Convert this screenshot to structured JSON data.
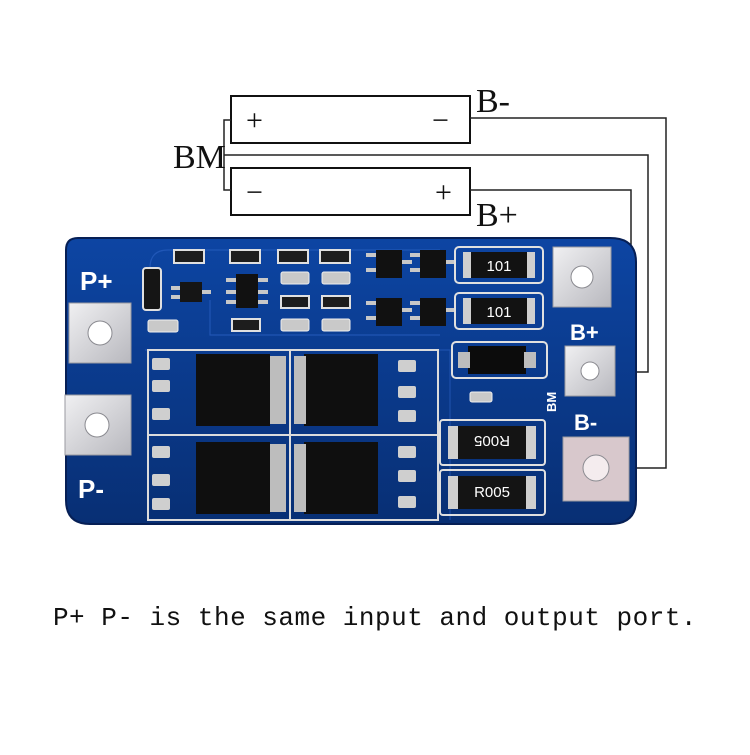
{
  "battery_top": {
    "plus": "+",
    "minus": "−"
  },
  "battery_bottom": {
    "minus": "−",
    "plus": "+"
  },
  "wire_labels": {
    "b_minus": "B-",
    "b_plus": "B+",
    "bm": "BM"
  },
  "board": {
    "p_plus": "P+",
    "p_minus": "P-",
    "b_plus": "B+",
    "b_minus": "B-",
    "bm": "BM",
    "resistor_top_1": "101",
    "resistor_top_2": "101",
    "shunt_1": "R005",
    "shunt_2": "R005"
  },
  "caption": "P+ P- is the same input and output port.",
  "colors": {
    "pcb_blue": "#0a3a8c",
    "pad_silver": "#d9d9dc",
    "component_black": "#151515",
    "wire": "#222222"
  }
}
